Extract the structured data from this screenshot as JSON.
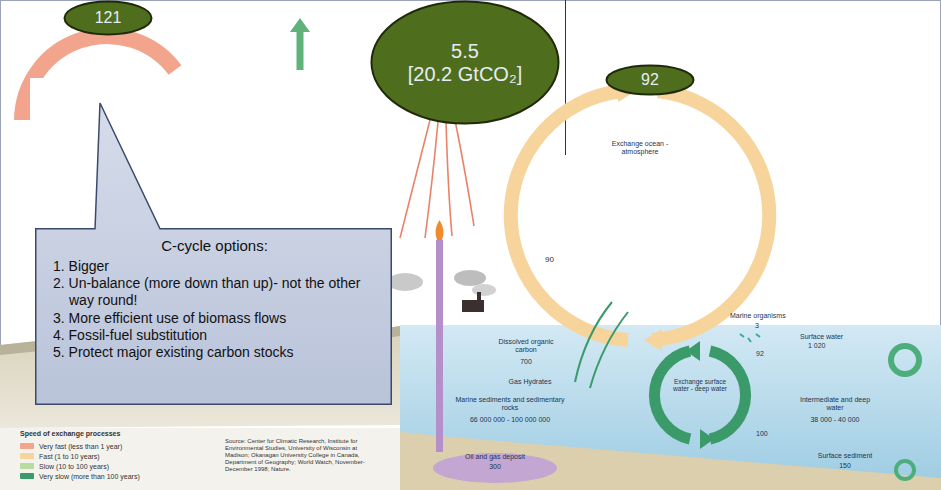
{
  "diagram": {
    "nodes": [
      {
        "text": [
          "121"
        ]
      },
      {
        "text": [
          "5.5",
          "[20.2 GtCO₂]"
        ]
      },
      {
        "text": [
          "92"
        ]
      },
      {
        "text": [
          "C-cycle options:",
          "1. Bigger",
          "2. Un-balance (more down than up)- not the other way round!",
          "3. More efficient use of biomass flows",
          "4. Fossil-fuel substitution",
          "5. Protect major existing carbon stocks"
        ]
      }
    ],
    "labels": [
      "Exchange ocean - atmosphere",
      "90",
      "Marine organisms",
      "3",
      "Surface water",
      "1 020",
      "Dissolved organic carbon",
      "700",
      "Gas Hydrates",
      "Marine sediments and sedimentary rocks",
      "66 000 000 - 100 000 000",
      "Oil and gas deposit",
      "300",
      "Exchange surface water - deep water",
      "92",
      "100",
      "Intermediate and deep water",
      "38 000 - 40 000",
      "Surface sediment",
      "150",
      "Speed of exchange processes",
      "Source: Center for Climatic Research, Institute for Environmental Studies, University of Wisconsin at Madison; Okanagan University College in Canada, Department of Geography; World Watch, November-December 1998; Nature."
    ],
    "legend": [
      {
        "text": "Very fast (less than 1 year)",
        "color": "#f2a48c"
      },
      {
        "text": "Fast (1 to 10 years)",
        "color": "#f7d49b"
      },
      {
        "text": "Slow (10 to 100 years)",
        "color": "#b9dba0"
      },
      {
        "text": "Very slow (more than 100 years)",
        "color": "#3a9a6a"
      }
    ]
  }
}
